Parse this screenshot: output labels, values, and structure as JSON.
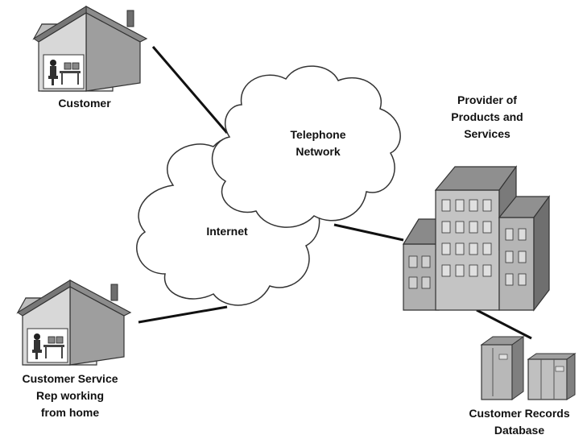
{
  "diagram": {
    "nodes": {
      "customer": {
        "label": "Customer"
      },
      "telephone_network": {
        "lines": [
          "Telephone",
          "Network"
        ]
      },
      "internet": {
        "label": "Internet"
      },
      "provider": {
        "lines": [
          "Provider of",
          "Products and",
          "Services"
        ]
      },
      "rep": {
        "lines": [
          "Customer Service",
          "Rep working",
          "from home"
        ]
      },
      "database": {
        "lines": [
          "Customer Records",
          "Database"
        ]
      }
    },
    "connections": [
      {
        "from": "customer",
        "to": "telephone_network"
      },
      {
        "from": "rep",
        "to": "internet"
      },
      {
        "from": "telephone_network",
        "to": "provider"
      },
      {
        "from": "provider",
        "to": "database"
      }
    ]
  }
}
